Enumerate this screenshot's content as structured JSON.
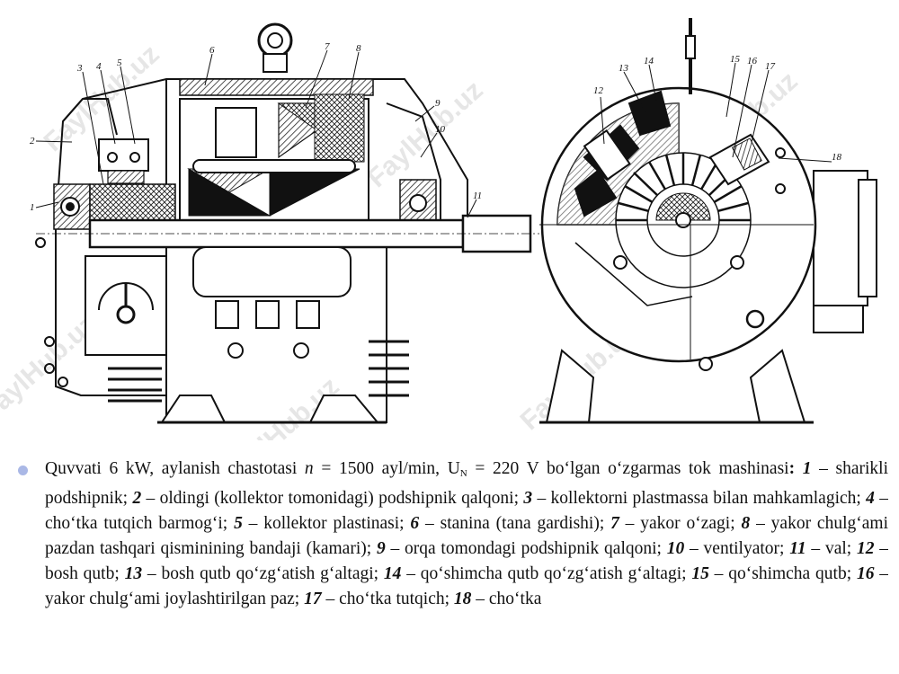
{
  "figure": {
    "callouts": {
      "c1": "1",
      "c2": "2",
      "c3": "3",
      "c4": "4",
      "c5": "5",
      "c6": "6",
      "c7": "7",
      "c8": "8",
      "c9": "9",
      "c10": "10",
      "c11": "11",
      "c12": "12",
      "c13": "13",
      "c14": "14",
      "c15": "15",
      "c16": "16",
      "c17": "17",
      "c18": "18"
    },
    "watermark": "FaylHub.uz"
  },
  "caption": {
    "intro_a": "Quvvati 6 kW, aylanish chastotasi ",
    "var_n": "n",
    "intro_b": " = 1500 ayl/min, U",
    "sub_n": "N",
    "intro_c": " = 220 V bo‘lgan o‘zgarmas tok mashinasi",
    "colon": ":",
    "items": [
      {
        "num": "1",
        "text": " – sharikli podshipnik;  "
      },
      {
        "num": "2",
        "text": " – oldingi (kollektor tomonidagi) podshipnik qalqoni;  "
      },
      {
        "num": "3",
        "text": " – kollektorni plastmassa bilan mahkamlagich;  "
      },
      {
        "num": "4",
        "text": " – cho‘tka tutqich barmog‘i; "
      },
      {
        "num": "5",
        "text": " – kollektor plastinasi; "
      },
      {
        "num": "6",
        "text": " – stanina (tana gardishi);  "
      },
      {
        "num": "7",
        "text": " – yakor o‘zagi;  "
      },
      {
        "num": "8",
        "text": " – yakor chulg‘ami pazdan tashqari qisminining bandaji (kamari);  "
      },
      {
        "num": "9",
        "text": " – orqa tomondagi podshipnik qalqoni; "
      },
      {
        "num": "10",
        "text": " – ventilyator;  "
      },
      {
        "num": "11",
        "text": " – val;  "
      },
      {
        "num": "12",
        "text": " – bosh qutb;  "
      },
      {
        "num": "13",
        "text": " – bosh qutb qo‘zg‘atish g‘altagi;  "
      },
      {
        "num": "14",
        "text": " – qo‘shimcha qutb qo‘zg‘atish g‘altagi;  "
      },
      {
        "num": "15",
        "text": " – qo‘shimcha qutb;  "
      },
      {
        "num": "16",
        "text": " – yakor chulg‘ami joylashtirilgan paz;  "
      },
      {
        "num": "17",
        "text": " – cho‘tka tutqich;  "
      },
      {
        "num": "18",
        "text": " – cho‘tka"
      }
    ]
  }
}
